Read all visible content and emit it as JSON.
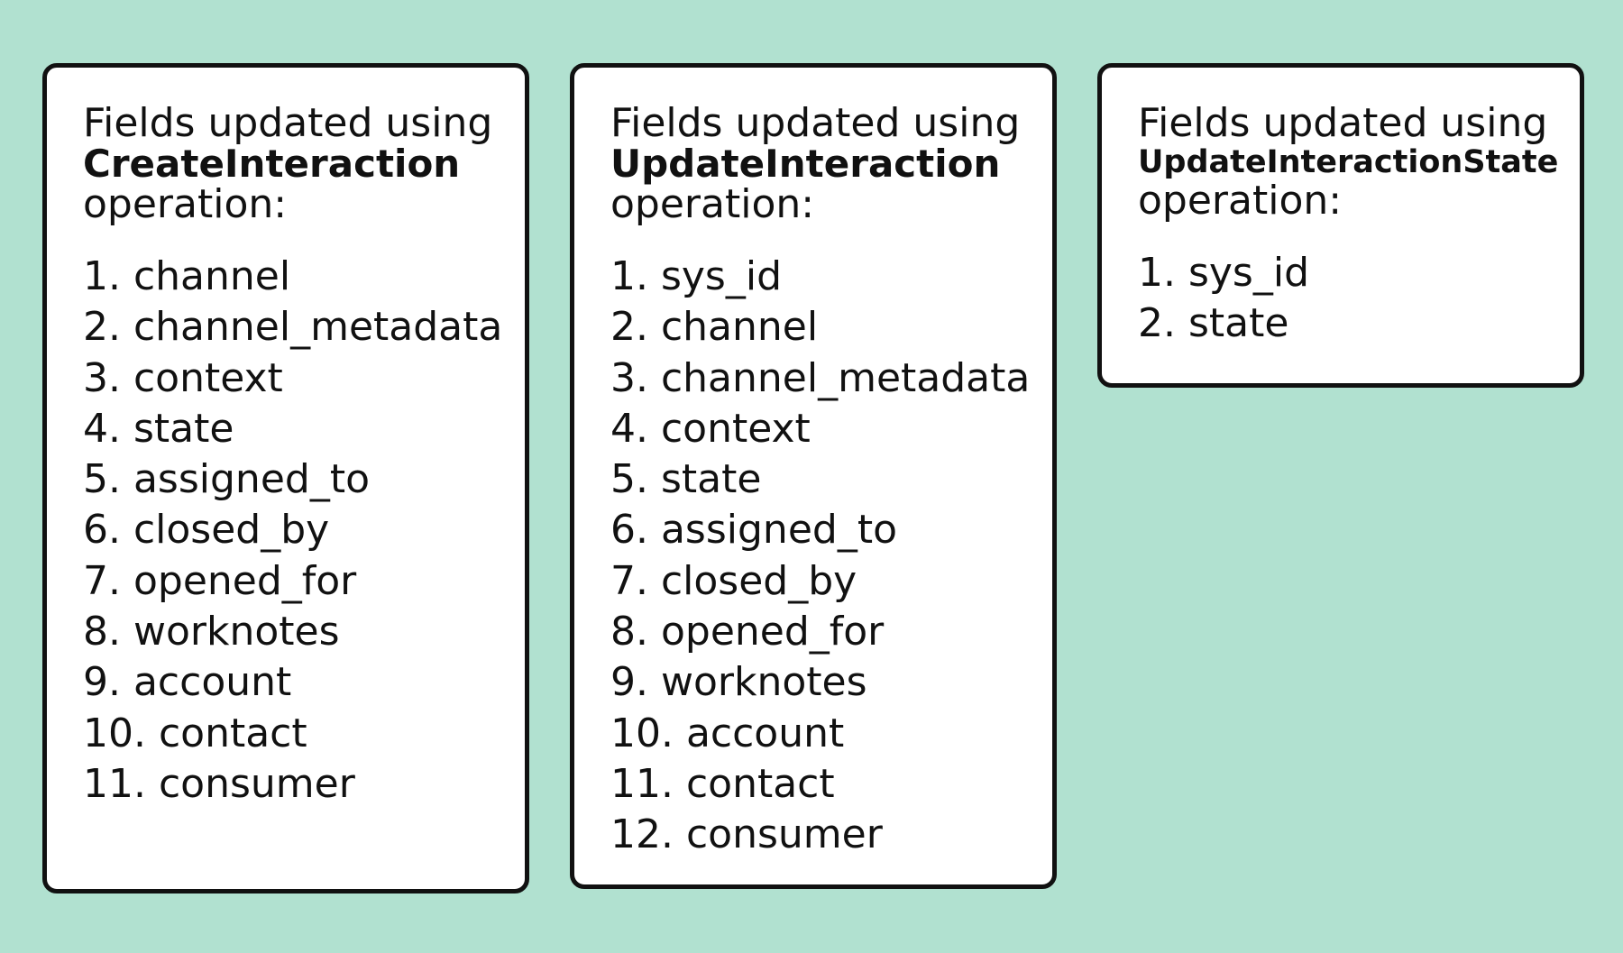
{
  "cards": [
    {
      "prefix": "Fields updated using",
      "operation": "CreateInteraction",
      "suffix": "operation:",
      "fields": [
        "1. channel",
        "2. channel_metadata",
        "3. context",
        "4. state",
        "5. assigned_to",
        "6. closed_by",
        "7. opened_for",
        "8. worknotes",
        "9. account",
        "10. contact",
        "11. consumer"
      ]
    },
    {
      "prefix": "Fields updated using",
      "operation": "UpdateInteraction",
      "suffix": "operation:",
      "fields": [
        "1. sys_id",
        "2. channel",
        "3. channel_metadata",
        "4. context",
        "5. state",
        "6. assigned_to",
        "7. closed_by",
        "8. opened_for",
        "9. worknotes",
        "10. account",
        "11. contact",
        "12. consumer"
      ]
    },
    {
      "prefix": "Fields updated using",
      "operation": "UpdateInteractionState",
      "suffix": "operation:",
      "fields": [
        "1. sys_id",
        "2. state"
      ]
    }
  ],
  "colors": {
    "background": "#b1e1d0",
    "card": "#ffffff",
    "border": "#111111"
  }
}
